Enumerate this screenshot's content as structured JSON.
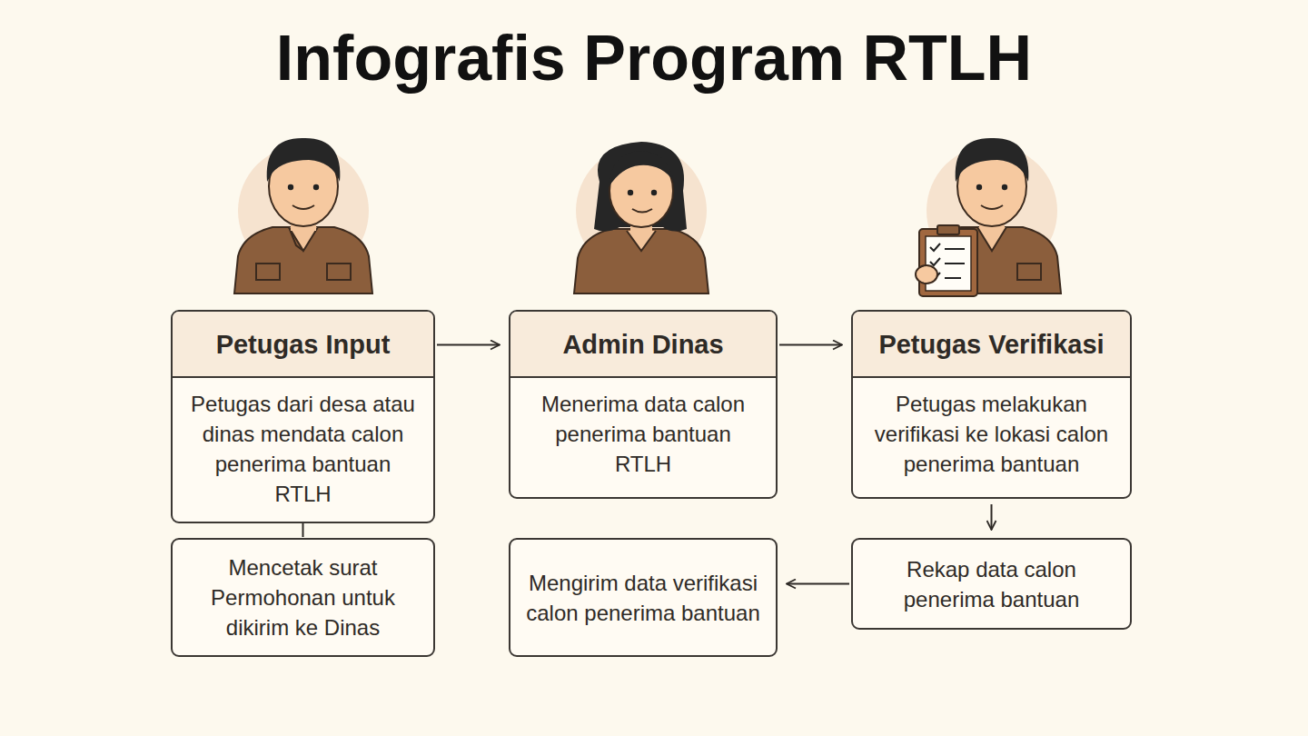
{
  "diagram": {
    "title": "Infografis Program RTLH",
    "nodes": [
      {
        "text": [
          "Petugas Input",
          "Petugas dari desa atau dinas mendata calon penerima bantuan RTLH"
        ]
      },
      {
        "text": [
          "Admin Dinas",
          "Menerima data calon penerima bantuan RTLH"
        ]
      },
      {
        "text": [
          "Petugas Verifikasi",
          "Petugas melakukan verifikasi ke lokasi calon penerima bantuan"
        ]
      },
      {
        "text": [
          "Mencetak surat Permohonan untuk dikirim ke Dinas"
        ]
      },
      {
        "text": [
          "Mengirim data verifikasi calon penerima bantuan"
        ]
      },
      {
        "text": [
          "Rekap data calon penerima bantuan"
        ]
      }
    ],
    "edges": [
      {
        "from": 0,
        "to": 1,
        "arrow": "to"
      },
      {
        "from": 1,
        "to": 2,
        "arrow": "to"
      },
      {
        "from": 2,
        "to": 5,
        "arrow": "to"
      },
      {
        "from": 5,
        "to": 4,
        "arrow": "to"
      },
      {
        "from": 0,
        "to": 3,
        "arrow": "none"
      }
    ]
  }
}
